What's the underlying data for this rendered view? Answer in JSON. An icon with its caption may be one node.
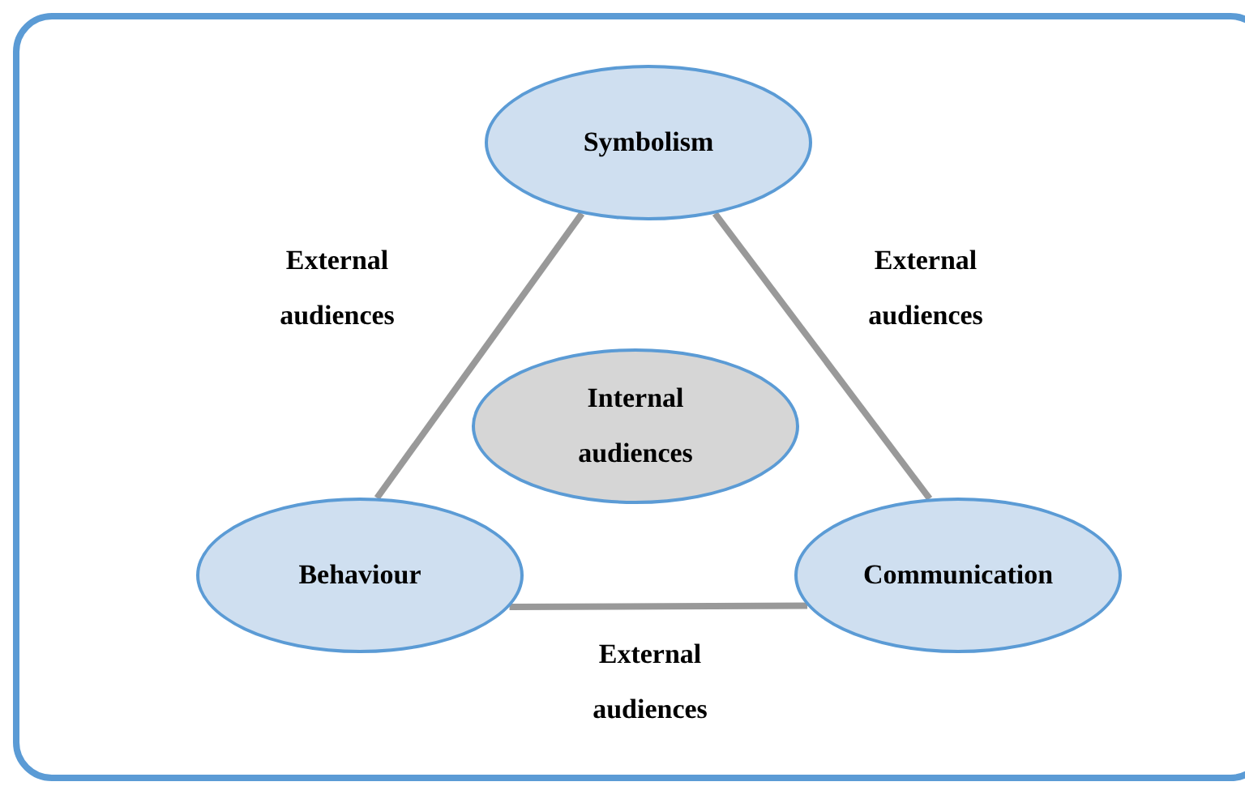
{
  "diagram": {
    "nodes": [
      {
        "text": [
          "Symbolism"
        ]
      },
      {
        "text": [
          "Internal audiences"
        ]
      },
      {
        "text": [
          "Behaviour"
        ]
      },
      {
        "text": [
          "Communication"
        ]
      }
    ],
    "edges": [
      {
        "from": 0,
        "to": 2,
        "arrow": "none",
        "label": "External audiences"
      },
      {
        "from": 0,
        "to": 3,
        "arrow": "none",
        "label": "External audiences"
      },
      {
        "from": 2,
        "to": 3,
        "arrow": "none",
        "label": "External audiences"
      }
    ]
  }
}
